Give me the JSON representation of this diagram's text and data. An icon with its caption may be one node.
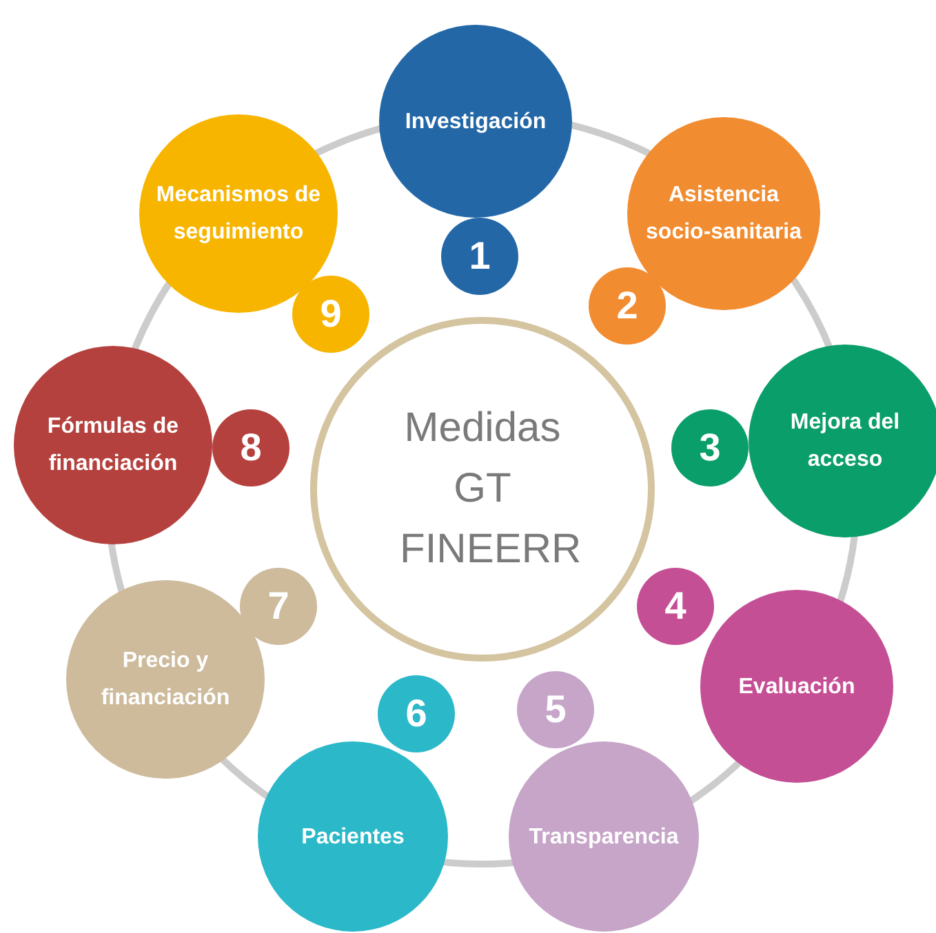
{
  "diagram": {
    "nodes": [
      {
        "text": [
          "Medidas GT FINEERR"
        ]
      },
      {
        "text": [
          "Investigación"
        ]
      },
      {
        "text": [
          "1"
        ]
      },
      {
        "text": [
          "Asistencia socio-sanitaria"
        ]
      },
      {
        "text": [
          "2"
        ]
      },
      {
        "text": [
          "Mejora del acceso"
        ]
      },
      {
        "text": [
          "3"
        ]
      },
      {
        "text": [
          "Evaluación"
        ]
      },
      {
        "text": [
          "4"
        ]
      },
      {
        "text": [
          "Transparencia"
        ]
      },
      {
        "text": [
          "5"
        ]
      },
      {
        "text": [
          "Pacientes"
        ]
      },
      {
        "text": [
          "6"
        ]
      },
      {
        "text": [
          "Precio y financiación"
        ]
      },
      {
        "text": [
          "7"
        ]
      },
      {
        "text": [
          "Fórmulas de financiación"
        ]
      },
      {
        "text": [
          "8"
        ]
      },
      {
        "text": [
          "Mecanismos de seguimiento"
        ]
      },
      {
        "text": [
          "9"
        ]
      }
    ]
  }
}
